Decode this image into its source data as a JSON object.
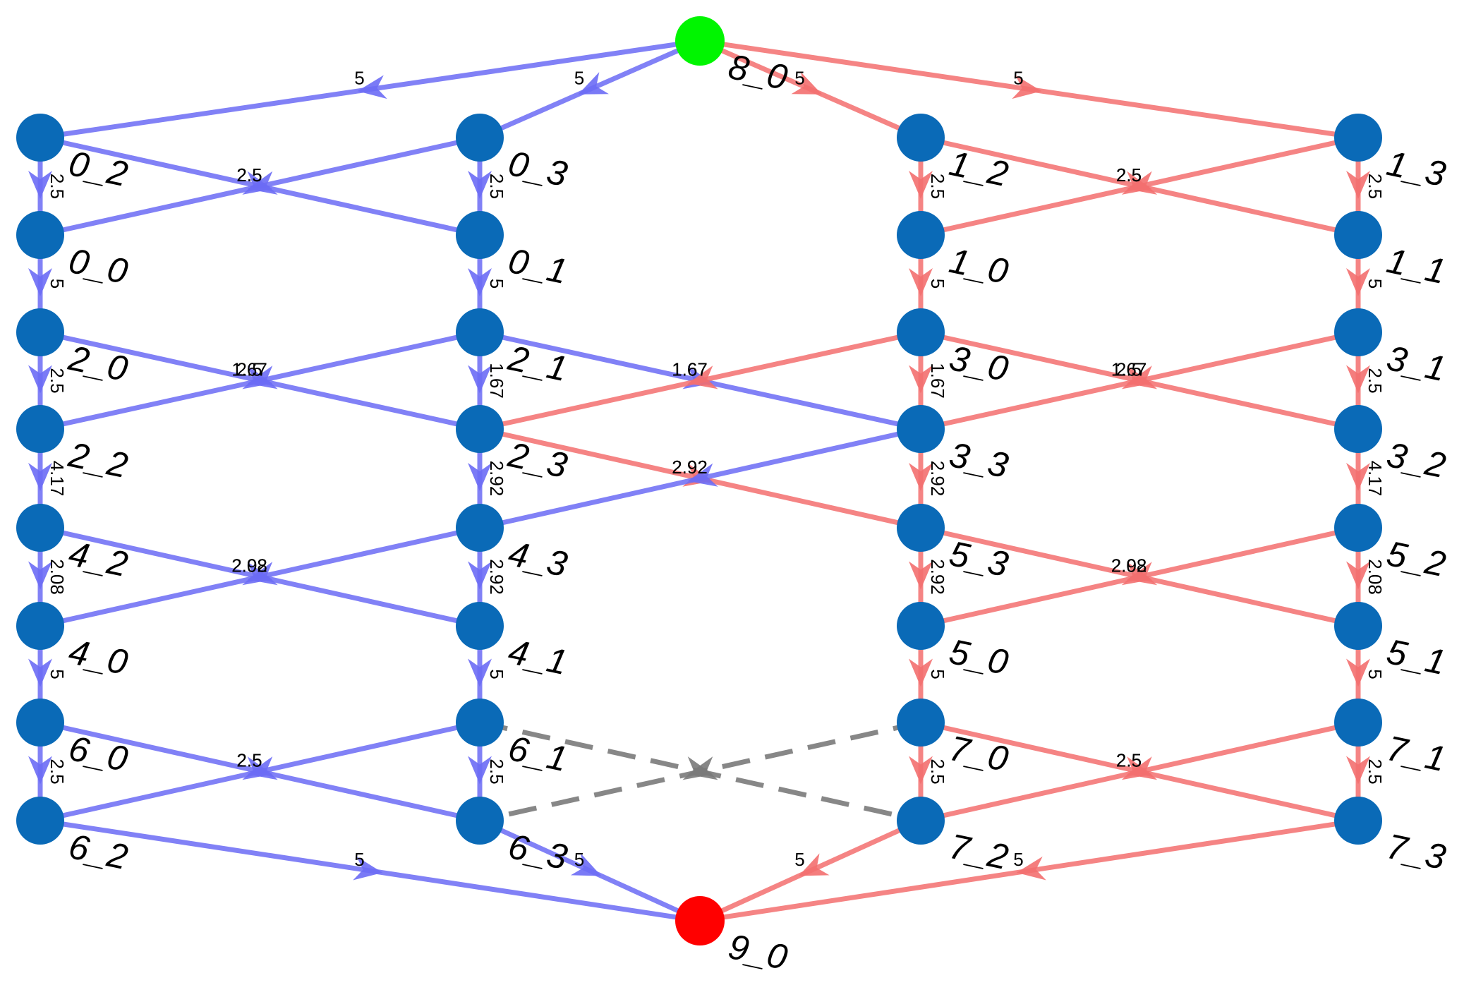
{
  "graph": {
    "colors": {
      "blue_edge": "#6b6bf5",
      "red_edge": "#f36f6f",
      "gray_edge": "#7a7a7a",
      "node": "#0a6ab7",
      "source": "#00f500",
      "sink": "#ff0000"
    },
    "nodes": [
      {
        "id": "8_0",
        "label": "8_0",
        "kind": "source"
      },
      {
        "id": "9_0",
        "label": "9_0",
        "kind": "sink"
      },
      {
        "id": "0_2",
        "label": "0_2",
        "kind": "node"
      },
      {
        "id": "0_0",
        "label": "0_0",
        "kind": "node"
      },
      {
        "id": "2_0",
        "label": "2_0",
        "kind": "node"
      },
      {
        "id": "2_2",
        "label": "2_2",
        "kind": "node"
      },
      {
        "id": "4_2",
        "label": "4_2",
        "kind": "node"
      },
      {
        "id": "4_0",
        "label": "4_0",
        "kind": "node"
      },
      {
        "id": "6_0",
        "label": "6_0",
        "kind": "node"
      },
      {
        "id": "6_2",
        "label": "6_2",
        "kind": "node"
      },
      {
        "id": "0_3",
        "label": "0_3",
        "kind": "node"
      },
      {
        "id": "0_1",
        "label": "0_1",
        "kind": "node"
      },
      {
        "id": "2_1",
        "label": "2_1",
        "kind": "node"
      },
      {
        "id": "2_3",
        "label": "2_3",
        "kind": "node"
      },
      {
        "id": "4_3",
        "label": "4_3",
        "kind": "node"
      },
      {
        "id": "4_1",
        "label": "4_1",
        "kind": "node"
      },
      {
        "id": "6_1",
        "label": "6_1",
        "kind": "node"
      },
      {
        "id": "6_3",
        "label": "6_3",
        "kind": "node"
      },
      {
        "id": "1_2",
        "label": "1_2",
        "kind": "node"
      },
      {
        "id": "1_0",
        "label": "1_0",
        "kind": "node"
      },
      {
        "id": "3_0",
        "label": "3_0",
        "kind": "node"
      },
      {
        "id": "3_3",
        "label": "3_3",
        "kind": "node"
      },
      {
        "id": "5_3",
        "label": "5_3",
        "kind": "node"
      },
      {
        "id": "5_0",
        "label": "5_0",
        "kind": "node"
      },
      {
        "id": "7_0",
        "label": "7_0",
        "kind": "node"
      },
      {
        "id": "7_2",
        "label": "7_2",
        "kind": "node"
      },
      {
        "id": "1_3",
        "label": "1_3",
        "kind": "node"
      },
      {
        "id": "1_1",
        "label": "1_1",
        "kind": "node"
      },
      {
        "id": "3_1",
        "label": "3_1",
        "kind": "node"
      },
      {
        "id": "3_2",
        "label": "3_2",
        "kind": "node"
      },
      {
        "id": "5_2",
        "label": "5_2",
        "kind": "node"
      },
      {
        "id": "5_1",
        "label": "5_1",
        "kind": "node"
      },
      {
        "id": "7_1",
        "label": "7_1",
        "kind": "node"
      },
      {
        "id": "7_3",
        "label": "7_3",
        "kind": "node"
      }
    ],
    "edges": [
      {
        "from": "8_0",
        "to": "0_2",
        "color": "blue",
        "label": "5"
      },
      {
        "from": "8_0",
        "to": "0_3",
        "color": "blue",
        "label": "5"
      },
      {
        "from": "8_0",
        "to": "1_2",
        "color": "red",
        "label": "5"
      },
      {
        "from": "8_0",
        "to": "1_3",
        "color": "red",
        "label": "5"
      },
      {
        "from": "0_2",
        "to": "0_0",
        "color": "blue",
        "label": "2.5"
      },
      {
        "from": "0_0",
        "to": "2_0",
        "color": "blue",
        "label": "5"
      },
      {
        "from": "2_0",
        "to": "2_2",
        "color": "blue",
        "label": "2.5"
      },
      {
        "from": "2_2",
        "to": "4_2",
        "color": "blue",
        "label": "4.17"
      },
      {
        "from": "4_2",
        "to": "4_0",
        "color": "blue",
        "label": "2.08"
      },
      {
        "from": "4_0",
        "to": "6_0",
        "color": "blue",
        "label": "5"
      },
      {
        "from": "6_0",
        "to": "6_2",
        "color": "blue",
        "label": "2.5"
      },
      {
        "from": "0_3",
        "to": "0_1",
        "color": "blue",
        "label": "2.5"
      },
      {
        "from": "0_1",
        "to": "2_1",
        "color": "blue",
        "label": "5"
      },
      {
        "from": "2_1",
        "to": "2_3",
        "color": "blue",
        "label": "1.67"
      },
      {
        "from": "2_3",
        "to": "4_3",
        "color": "blue",
        "label": "2.92"
      },
      {
        "from": "4_3",
        "to": "4_1",
        "color": "blue",
        "label": "2.92"
      },
      {
        "from": "4_1",
        "to": "6_1",
        "color": "blue",
        "label": "5"
      },
      {
        "from": "6_1",
        "to": "6_3",
        "color": "blue",
        "label": "2.5"
      },
      {
        "from": "1_2",
        "to": "1_0",
        "color": "red",
        "label": "2.5"
      },
      {
        "from": "1_0",
        "to": "3_0",
        "color": "red",
        "label": "5"
      },
      {
        "from": "3_0",
        "to": "3_3",
        "color": "red",
        "label": "1.67"
      },
      {
        "from": "3_3",
        "to": "5_3",
        "color": "red",
        "label": "2.92"
      },
      {
        "from": "5_3",
        "to": "5_0",
        "color": "red",
        "label": "2.92"
      },
      {
        "from": "5_0",
        "to": "7_0",
        "color": "red",
        "label": "5"
      },
      {
        "from": "7_0",
        "to": "7_2",
        "color": "red",
        "label": "2.5"
      },
      {
        "from": "1_3",
        "to": "1_1",
        "color": "red",
        "label": "2.5"
      },
      {
        "from": "1_1",
        "to": "3_1",
        "color": "red",
        "label": "5"
      },
      {
        "from": "3_1",
        "to": "3_2",
        "color": "red",
        "label": "2.5"
      },
      {
        "from": "3_2",
        "to": "5_2",
        "color": "red",
        "label": "4.17"
      },
      {
        "from": "5_2",
        "to": "5_1",
        "color": "red",
        "label": "2.08"
      },
      {
        "from": "5_1",
        "to": "7_1",
        "color": "red",
        "label": "5"
      },
      {
        "from": "7_1",
        "to": "7_3",
        "color": "red",
        "label": "2.5"
      },
      {
        "from": "0_2",
        "to": "0_1",
        "color": "blue",
        "label": "2.5"
      },
      {
        "from": "0_3",
        "to": "0_0",
        "color": "blue",
        "label": "2.5"
      },
      {
        "from": "2_0",
        "to": "2_3",
        "color": "blue",
        "label": "2.5"
      },
      {
        "from": "2_1",
        "to": "2_2",
        "color": "blue",
        "label": "1.67"
      },
      {
        "from": "4_2",
        "to": "4_1",
        "color": "blue",
        "label": "2.08"
      },
      {
        "from": "4_3",
        "to": "4_0",
        "color": "blue",
        "label": "2.92"
      },
      {
        "from": "6_0",
        "to": "6_3",
        "color": "blue",
        "label": "2.5"
      },
      {
        "from": "6_1",
        "to": "6_2",
        "color": "blue",
        "label": "2.5"
      },
      {
        "from": "2_1",
        "to": "3_3",
        "color": "blue",
        "label": "1.67"
      },
      {
        "from": "3_0",
        "to": "2_3",
        "color": "red",
        "label": "1.67"
      },
      {
        "from": "2_3",
        "to": "5_3",
        "color": "red",
        "label": "2.92"
      },
      {
        "from": "3_3",
        "to": "4_3",
        "color": "blue",
        "label": "2.92"
      },
      {
        "from": "6_1",
        "to": "7_2",
        "color": "gray",
        "label": ""
      },
      {
        "from": "7_0",
        "to": "6_3",
        "color": "gray",
        "label": ""
      },
      {
        "from": "1_3",
        "to": "1_0",
        "color": "red",
        "label": "2.5"
      },
      {
        "from": "1_2",
        "to": "1_1",
        "color": "red",
        "label": "2.5"
      },
      {
        "from": "3_1",
        "to": "3_3",
        "color": "red",
        "label": "1.67"
      },
      {
        "from": "3_0",
        "to": "3_2",
        "color": "red",
        "label": "2.5"
      },
      {
        "from": "5_2",
        "to": "5_0",
        "color": "red",
        "label": "2.92"
      },
      {
        "from": "5_3",
        "to": "5_1",
        "color": "red",
        "label": "2.08"
      },
      {
        "from": "7_1",
        "to": "7_2",
        "color": "red",
        "label": "2.5"
      },
      {
        "from": "7_0",
        "to": "7_3",
        "color": "red",
        "label": "2.5"
      },
      {
        "from": "6_2",
        "to": "9_0",
        "color": "blue",
        "label": "5"
      },
      {
        "from": "6_3",
        "to": "9_0",
        "color": "blue",
        "label": "5"
      },
      {
        "from": "7_2",
        "to": "9_0",
        "color": "red",
        "label": "5"
      },
      {
        "from": "7_3",
        "to": "9_0",
        "color": "red",
        "label": "5"
      }
    ]
  }
}
